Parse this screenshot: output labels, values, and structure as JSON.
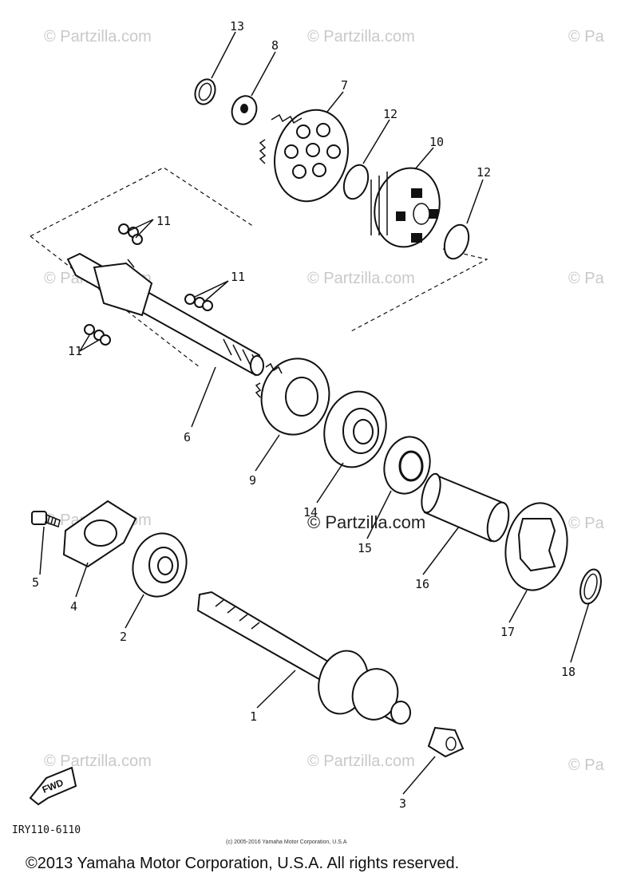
{
  "watermarks": {
    "text": "© Partzilla.com",
    "partial": "© Pa"
  },
  "callouts": {
    "c13": "13",
    "c8": "8",
    "c7": "7",
    "c12a": "12",
    "c10": "10",
    "c12b": "12",
    "c11a": "11",
    "c11b": "11",
    "c11c": "11",
    "c6": "6",
    "c9": "9",
    "c14": "14",
    "c15": "15",
    "c16": "16",
    "c17": "17",
    "c18": "18",
    "c5": "5",
    "c4": "4",
    "c2": "2",
    "c1": "1",
    "c3": "3"
  },
  "fwd_label": "FWD",
  "diagram_code": "IRY110-6110",
  "small_notice": "(c) 2005-2016 Yamaha Motor Corporation, U.S.A",
  "copyright": "©2013 Yamaha Motor Corporation, U.S.A. All rights reserved."
}
